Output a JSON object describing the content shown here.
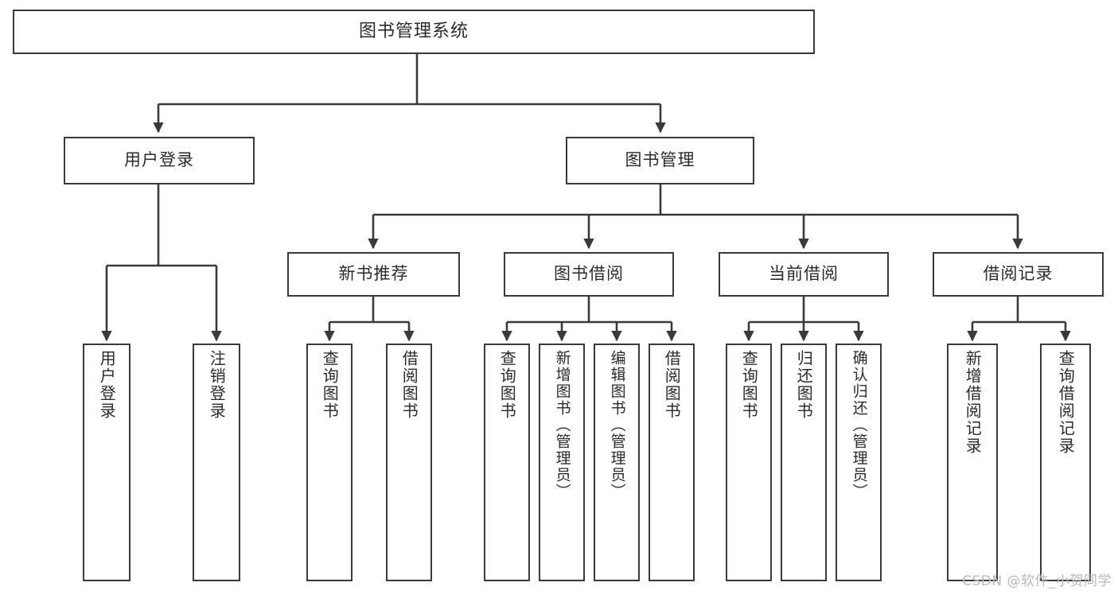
{
  "diagram": {
    "title": "图书管理系统",
    "watermark": "CSDN @软件_小贺同学",
    "stroke_color": "#3a3a3a",
    "background_color": "#ffffff",
    "text_color": "#2b2b2b",
    "watermark_color": "#b9b9b9",
    "root": {
      "label": "图书管理系统"
    },
    "level2": [
      {
        "label": "用户登录"
      },
      {
        "label": "图书管理"
      }
    ],
    "level3": [
      {
        "label": "新书推荐"
      },
      {
        "label": "图书借阅"
      },
      {
        "label": "当前借阅"
      },
      {
        "label": "借阅记录"
      }
    ],
    "leaves": {
      "user_login": [
        {
          "label": "用户登录"
        },
        {
          "label": "注销登录"
        }
      ],
      "new_book_recommend": [
        {
          "label": "查询图书"
        },
        {
          "label": "借阅图书"
        }
      ],
      "book_borrow": [
        {
          "label": "查询图书"
        },
        {
          "label": "新增图书（管理员）"
        },
        {
          "label": "编辑图书（管理员）"
        },
        {
          "label": "借阅图书"
        }
      ],
      "current_borrow": [
        {
          "label": "查询图书"
        },
        {
          "label": "归还图书"
        },
        {
          "label": "确认归还（管理员）"
        }
      ],
      "borrow_record": [
        {
          "label": "新增借阅记录"
        },
        {
          "label": "查询借阅记录"
        }
      ]
    }
  }
}
